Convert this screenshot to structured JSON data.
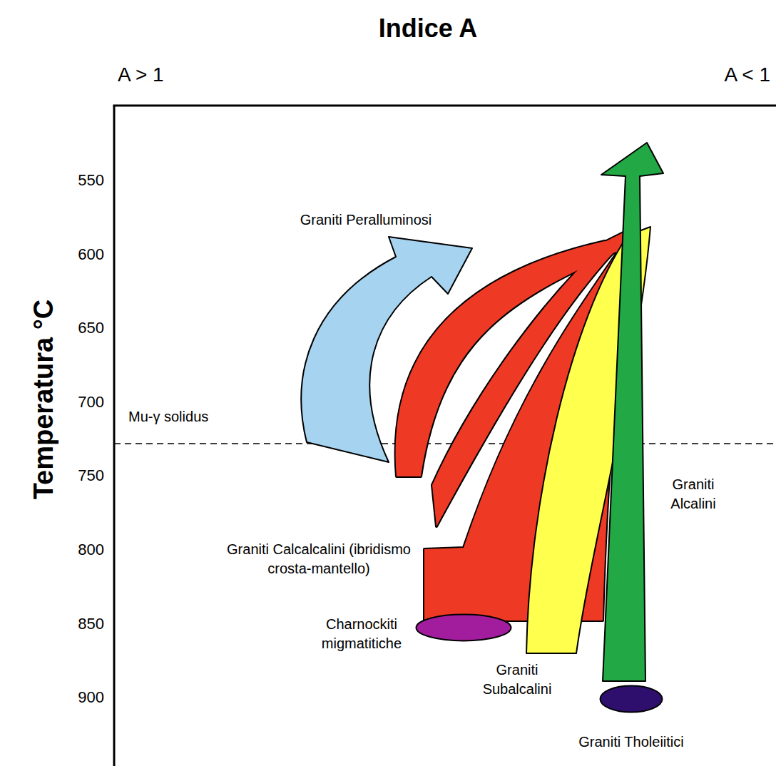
{
  "diagram": {
    "title": "Indice A",
    "nodes": [
      {
        "text": [
          "Charnockiti migmatitiche"
        ]
      },
      {
        "text": [
          "Graniti Tholeiitici"
        ]
      }
    ],
    "labels": [
      "A > 1",
      "A < 1",
      "Temperatura °C",
      "550",
      "600",
      "650",
      "700",
      "750",
      "800",
      "850",
      "900",
      "Mu-γ solidus",
      "Graniti Peralluminosi",
      "Graniti Calcalcalini (ibridismo crosta-mantello)",
      "Graniti Subalcalini",
      "Graniti Alcalini"
    ]
  }
}
